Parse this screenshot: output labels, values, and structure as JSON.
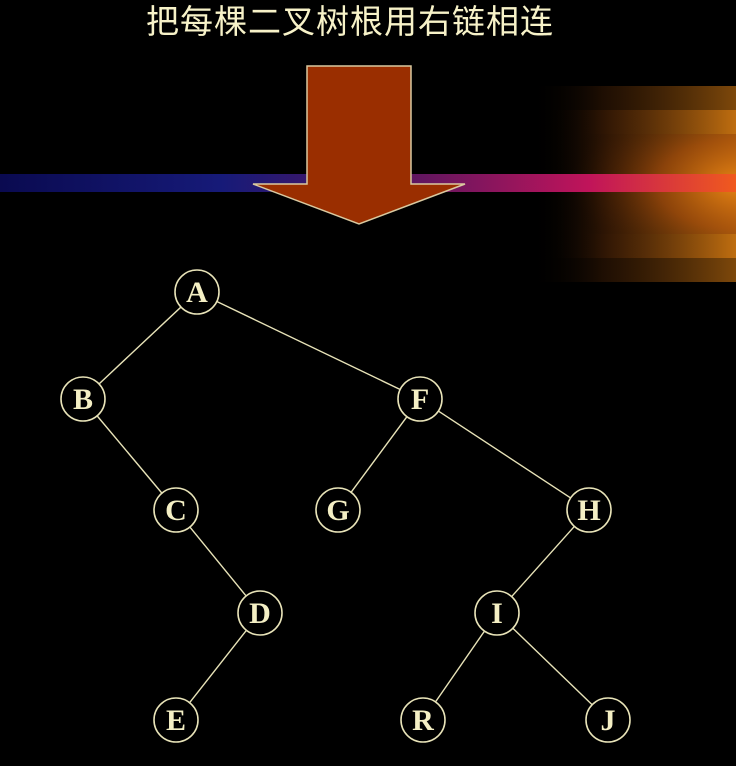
{
  "slide": {
    "title": "把每棵二叉树根用右链相连"
  },
  "colors": {
    "background": "#000000",
    "text": "#f4efc4",
    "edge": "#e8e3b8",
    "arrow_fill": "#9a2e00",
    "arrow_stroke": "#d9c9a0"
  },
  "tree": {
    "nodes": [
      {
        "id": "A",
        "label": "A"
      },
      {
        "id": "B",
        "label": "B"
      },
      {
        "id": "F",
        "label": "F"
      },
      {
        "id": "C",
        "label": "C"
      },
      {
        "id": "G",
        "label": "G"
      },
      {
        "id": "H",
        "label": "H"
      },
      {
        "id": "D",
        "label": "D"
      },
      {
        "id": "I",
        "label": "I"
      },
      {
        "id": "E",
        "label": "E"
      },
      {
        "id": "R",
        "label": "R"
      },
      {
        "id": "J",
        "label": "J"
      }
    ],
    "edges": [
      [
        "A",
        "B"
      ],
      [
        "A",
        "F"
      ],
      [
        "B",
        "C"
      ],
      [
        "F",
        "G"
      ],
      [
        "F",
        "H"
      ],
      [
        "C",
        "D"
      ],
      [
        "H",
        "I"
      ],
      [
        "D",
        "E"
      ],
      [
        "I",
        "R"
      ],
      [
        "I",
        "J"
      ]
    ]
  }
}
